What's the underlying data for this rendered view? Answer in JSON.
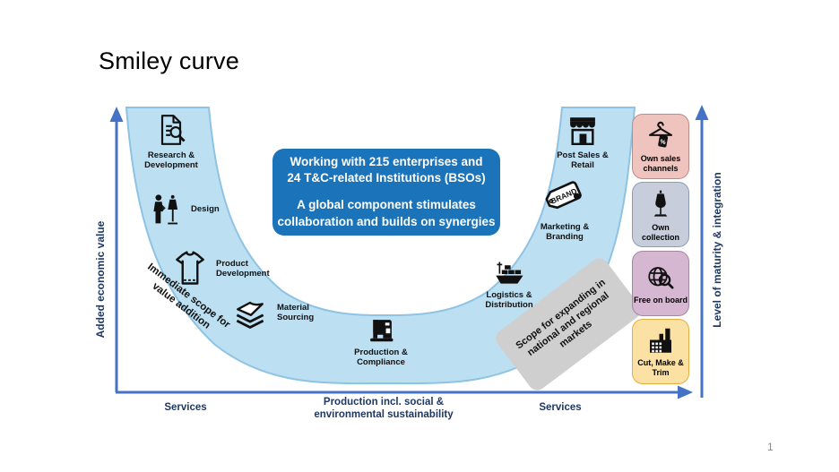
{
  "slide": {
    "title": "Smiley curve",
    "page_number": "1"
  },
  "axes": {
    "left_label": "Added economic value",
    "right_label": "Level of maturity & integration",
    "bottom_left": "Services",
    "bottom_center": "Production incl. social & environmental sustainability",
    "bottom_right": "Services"
  },
  "center_box": {
    "line1": "Working with 215 enterprises and",
    "line2": "24 T&C-related Institutions (BSOs)",
    "line3": "A global component stimulates",
    "line4": "collaboration and builds on synergies",
    "bg_color": "#1B73B9"
  },
  "annotations": {
    "immediate_scope": "Immediate scope for value addition",
    "expanding_scope": "Scope for expanding in national and regional markets"
  },
  "stages": [
    {
      "label": "Research & Development",
      "icon": "research-document-magnifier-icon"
    },
    {
      "label": "Design",
      "icon": "designer-mannequin-icon"
    },
    {
      "label": "Product Development",
      "icon": "tshirt-icon"
    },
    {
      "label": "Material Sourcing",
      "icon": "fabric-layers-icon"
    },
    {
      "label": "Production & Compliance",
      "icon": "sewing-machine-icon"
    },
    {
      "label": "Logistics & Distribution",
      "icon": "cargo-ship-icon"
    },
    {
      "label": "Marketing & Branding",
      "icon": "brand-tag-icon",
      "icon_text": "BRAND"
    },
    {
      "label": "Post Sales & Retail",
      "icon": "storefront-icon"
    }
  ],
  "right_boxes": [
    {
      "label": "Own sales channels",
      "icon": "hanger-discount-icon",
      "icon_text": "%",
      "fill": "#F0C4BE",
      "border": "#C08A85"
    },
    {
      "label": "Own collection",
      "icon": "mannequin-icon",
      "fill": "#C7CDDB",
      "border": "#8C9CB8"
    },
    {
      "label": "Free on board",
      "icon": "globe-search-icon",
      "fill": "#D5B7D2",
      "border": "#A488A1"
    },
    {
      "label": "Cut, Make & Trim",
      "icon": "factory-icon",
      "fill": "#FBE2A4",
      "border": "#E5AC42"
    }
  ],
  "colors": {
    "band_fill": "#BCDFF2",
    "band_stroke": "#8FC3E4",
    "axis": "#4472C4",
    "axis_text": "#1F3864",
    "annotation_gray": "#D0CFCF"
  }
}
